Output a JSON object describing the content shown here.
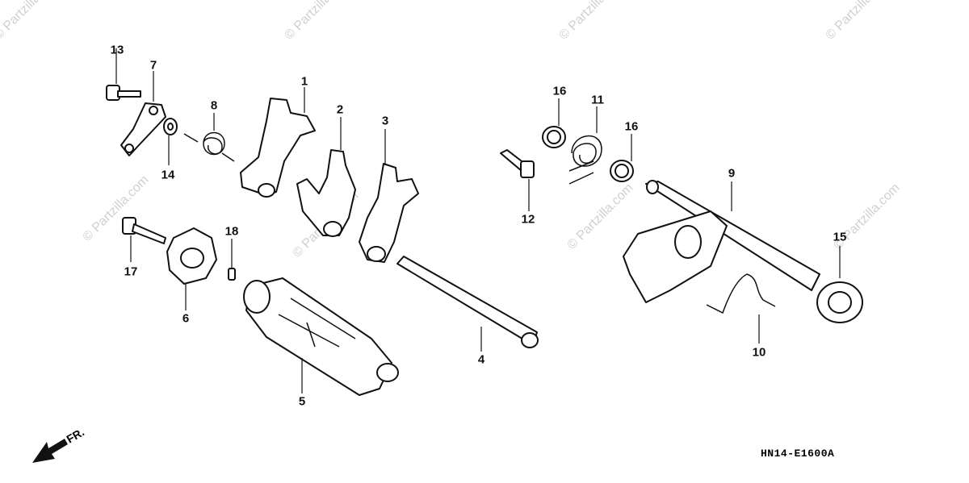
{
  "diagram": {
    "code": "HN14-E1600A",
    "direction_label": "FR.",
    "watermark": "© Partzilla.com",
    "callouts": {
      "c1": "1",
      "c2": "2",
      "c3": "3",
      "c4": "4",
      "c5": "5",
      "c6": "6",
      "c7": "7",
      "c8": "8",
      "c9": "9",
      "c10": "10",
      "c11": "11",
      "c12": "12",
      "c13": "13",
      "c14": "14",
      "c15": "15",
      "c16a": "16",
      "c16b": "16",
      "c17": "17",
      "c18": "18"
    }
  }
}
